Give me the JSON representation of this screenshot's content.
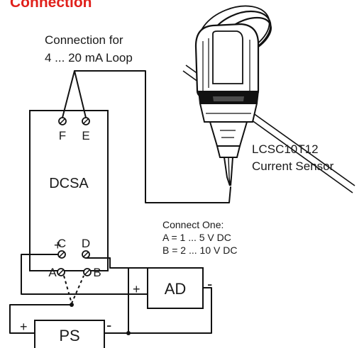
{
  "header": {
    "title": "Connection"
  },
  "loop_label": {
    "line1": "Connection for",
    "line2": "4 ... 20 mA Loop"
  },
  "module": {
    "name": "DCSA",
    "terminals": {
      "f": "F",
      "e": "E",
      "c": "C",
      "d": "D",
      "a": "A",
      "b": "B"
    },
    "plus_sign": "+"
  },
  "sensor_label": {
    "line1": "LCSC10T12",
    "line2": "Current Sensor"
  },
  "connect_note": {
    "line1": "Connect One:",
    "line2": "A = 1 ...  5 V DC",
    "line3": "B = 2 ... 10 V DC"
  },
  "ad_box": {
    "label": "AD",
    "plus": "+",
    "minus": "-"
  },
  "ps_box": {
    "label": "PS",
    "plus": "+",
    "minus": "-"
  },
  "colors": {
    "title": "#e0201b",
    "wire": "#111111",
    "text": "#1a1a1a"
  }
}
